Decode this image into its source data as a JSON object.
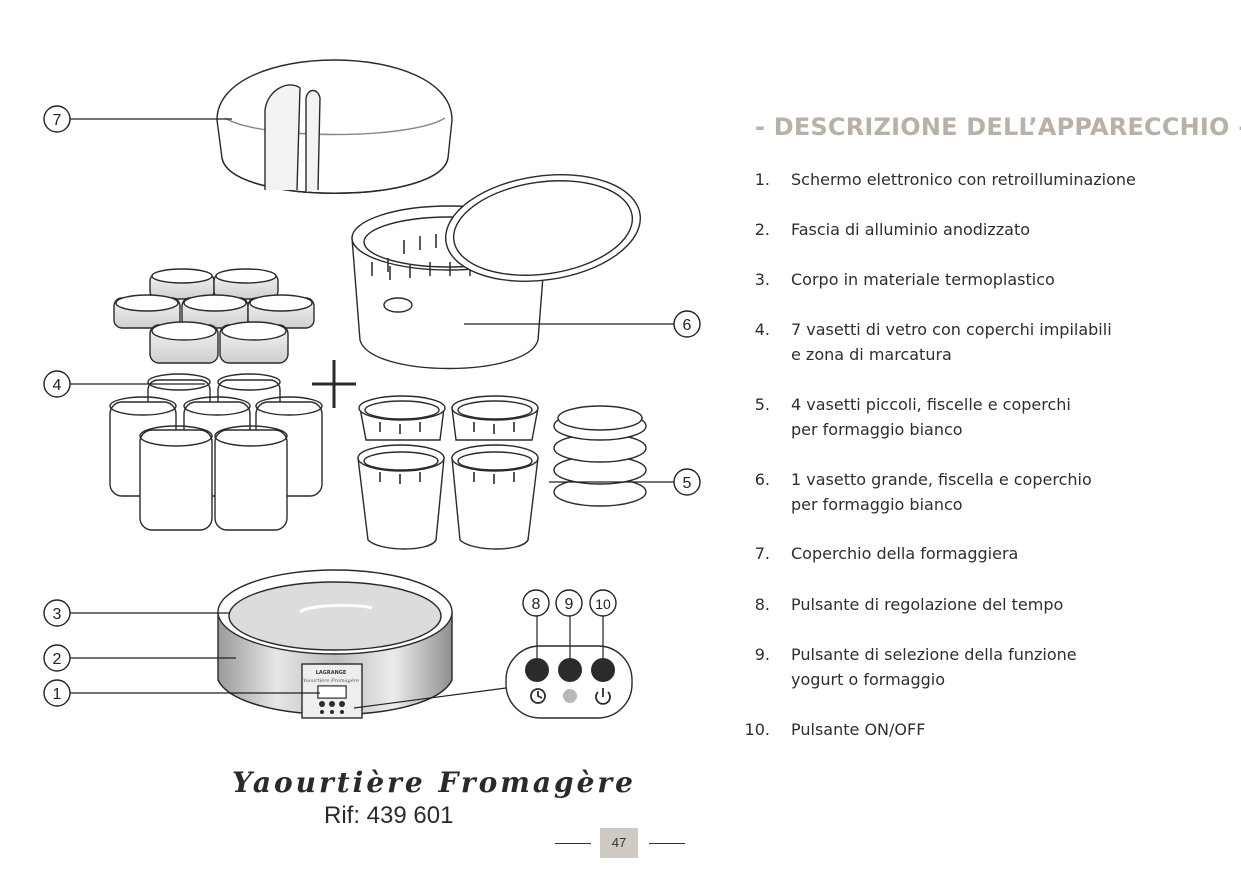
{
  "heading": "- DESCRIZIONE DELL’APPARECCHIO -",
  "items": [
    {
      "num": "1.",
      "lines": [
        "Schermo elettronico con retroilluminazione"
      ]
    },
    {
      "num": "2.",
      "lines": [
        "Fascia di alluminio anodizzato"
      ]
    },
    {
      "num": "3.",
      "lines": [
        "Corpo in materiale termoplastico"
      ]
    },
    {
      "num": "4.",
      "lines": [
        "7 vasetti di vetro con coperchi impilabili",
        "e zona di marcatura"
      ]
    },
    {
      "num": "5.",
      "lines": [
        "4 vasetti piccoli, fiscelle e coperchi",
        "per formaggio bianco"
      ]
    },
    {
      "num": "6.",
      "lines": [
        "1 vasetto grande, fiscella e coperchio",
        "per formaggio bianco"
      ]
    },
    {
      "num": "7.",
      "lines": [
        "Coperchio della formaggiera"
      ]
    },
    {
      "num": "8.",
      "lines": [
        "Pulsante di regolazione del tempo"
      ]
    },
    {
      "num": "9.",
      "lines": [
        "Pulsante di selezione della funzione",
        "yogurt o formaggio"
      ]
    },
    {
      "num": "10.",
      "lines": [
        "Pulsante ON/OFF"
      ]
    }
  ],
  "callouts": {
    "c1": "1",
    "c2": "2",
    "c3": "3",
    "c4": "4",
    "c5": "5",
    "c6": "6",
    "c7": "7",
    "c8": "8",
    "c9": "9",
    "c10": "10"
  },
  "device_brand": "LAGRANGE",
  "device_model": "Yaourtière Fromagère",
  "product_name": "Yaourtière Fromagère",
  "product_ref": "Rif: 439 601",
  "page_number": "47"
}
